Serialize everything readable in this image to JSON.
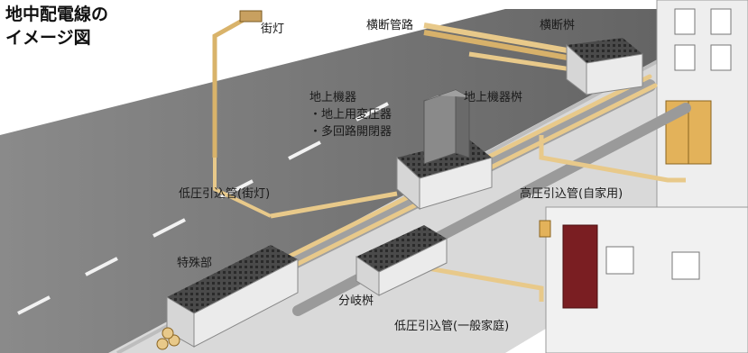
{
  "title": {
    "line1": "地中配電線の",
    "line2": "イメージ図"
  },
  "labels": {
    "streetlight": "街灯",
    "cross_conduit": "横断管路",
    "cross_box": "横断桝",
    "ground_equipment": "地上機器",
    "ground_equipment_item1": "・地上用変圧器",
    "ground_equipment_item2": "・多回路開閉器",
    "ground_equipment_box": "地上機器桝",
    "lv_lead_streetlight": "低圧引込管(街灯)",
    "hv_lead_private": "高圧引込管(自家用)",
    "special_section": "特殊部",
    "branch_box": "分岐桝",
    "lv_lead_household": "低圧引込管(一般家庭)"
  },
  "colors": {
    "road": "#6e6e6e",
    "sidewalk": "#d9d9d9",
    "conduit": "#e8c98a",
    "concrete": "#e6e6e6",
    "grate": "#3a3a3a",
    "building": "#eeeeee",
    "door": "#7a1e22"
  }
}
